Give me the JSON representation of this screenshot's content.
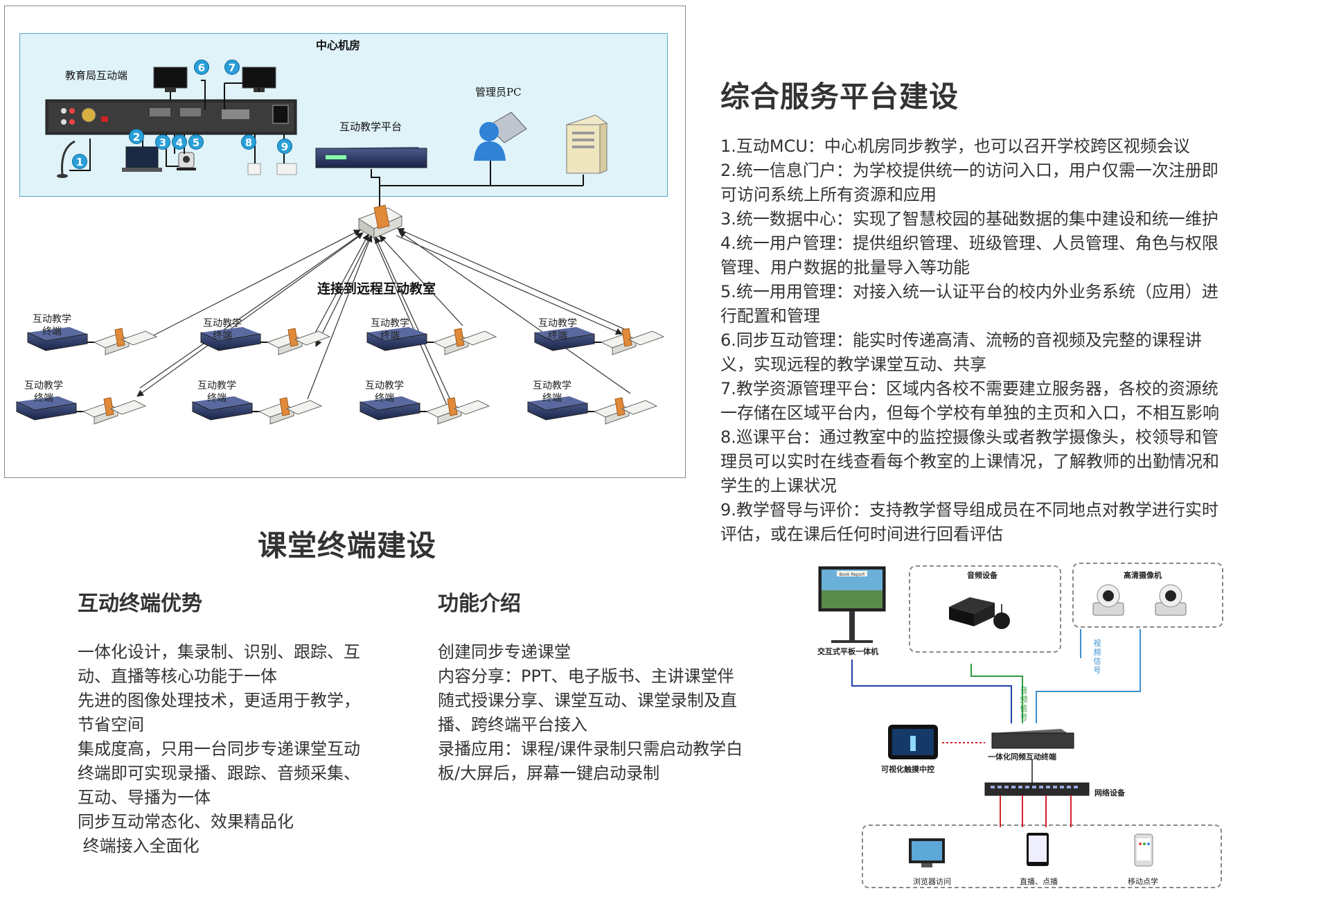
{
  "topology": {
    "center_room_title": "中心机房",
    "edu_bureau_label": "教育局互动端",
    "admin_pc_label": "管理员PC",
    "platform_label": "互动教学平台",
    "connect_label": "连接到远程互动教室",
    "terminal_label_line1": "互动教学",
    "terminal_label_line2": "终端",
    "badges": [
      "1",
      "2",
      "3",
      "4",
      "5",
      "6",
      "7",
      "8",
      "9"
    ]
  },
  "platform_section": {
    "title": "综合服务平台建设",
    "lines": [
      "1.互动MCU：中心机房同步教学，也可以召开学校跨区视频会议",
      "2.统一信息门户：为学校提供统一的访问入口，用户仅需一次注册即",
      "可访问系统上所有资源和应用",
      "3.统一数据中心：实现了智慧校园的基础数据的集中建设和统一维护",
      "4.统一用户管理：提供组织管理、班级管理、人员管理、角色与权限",
      "管理、用户数据的批量导入等功能",
      "5.统一用用管理：对接入统一认证平台的校内外业务系统（应用）进",
      "行配置和管理",
      "6.同步互动管理：能实时传递高清、流畅的音视频及完整的课程讲",
      "义，实现远程的教学课堂互动、共享",
      "7.教学资源管理平台：区域内各校不需要建立服务器，各校的资源统",
      "一存储在区域平台内，但每个学校有单独的主页和入口，不相互影响",
      "8.巡课平台：通过教室中的监控摄像头或者教学摄像头，校领导和管",
      "理员可以实时在线查看每个教室的上课情况，了解教师的出勤情况和",
      "学生的上课状况",
      "9.教学督导与评价：支持教学督导组成员在不同地点对教学进行实时",
      "评估，或在课后任何时间进行回看评估"
    ]
  },
  "classroom_section": {
    "title": "课堂终端建设",
    "advantages": {
      "title": "互动终端优势",
      "lines": [
        "一体化设计，集录制、识别、跟踪、互",
        "动、直播等核心功能于一体",
        "先进的图像处理技术，更适用于教学，",
        "节省空间",
        "集成度高，只用一台同步专递课堂互动",
        "终端即可实现录播、跟踪、音频采集、",
        "互动、导播为一体",
        "同步互动常态化、效果精品化",
        " 终端接入全面化"
      ]
    },
    "functions": {
      "title": "功能介绍",
      "lines": [
        "创建同步专递课堂",
        "内容分享：PPT、电子版书、主讲课堂伴",
        "随式授课分享、课堂互动、课堂录制及直",
        "播、跨终端平台接入",
        "录播应用：课程/课件录制只需启动教学白",
        "板/大屏后，屏幕一键启动录制"
      ]
    }
  },
  "device_diagram": {
    "panel_label": "交互式平板一体机",
    "screen_text": "Book Report",
    "audio_label": "音频设备",
    "camera_label": "高清摄像机",
    "video_signal": "视频信号",
    "audio_signal": "音频信号",
    "touch_label": "可视化触摸中控",
    "terminal_label": "一体化同频互动终端",
    "network_label": "网络设备",
    "browser_label": "浏览器访问",
    "live_label": "直播、点播",
    "mobile_label": "移动点学"
  },
  "colors": {
    "badge": "#2a9fd8",
    "room_bg": "#dff3f9",
    "line_blue": "#1d3fa8",
    "line_green": "#2e9a3e",
    "line_lightblue": "#3a8fd0",
    "line_red": "#d8202a"
  }
}
